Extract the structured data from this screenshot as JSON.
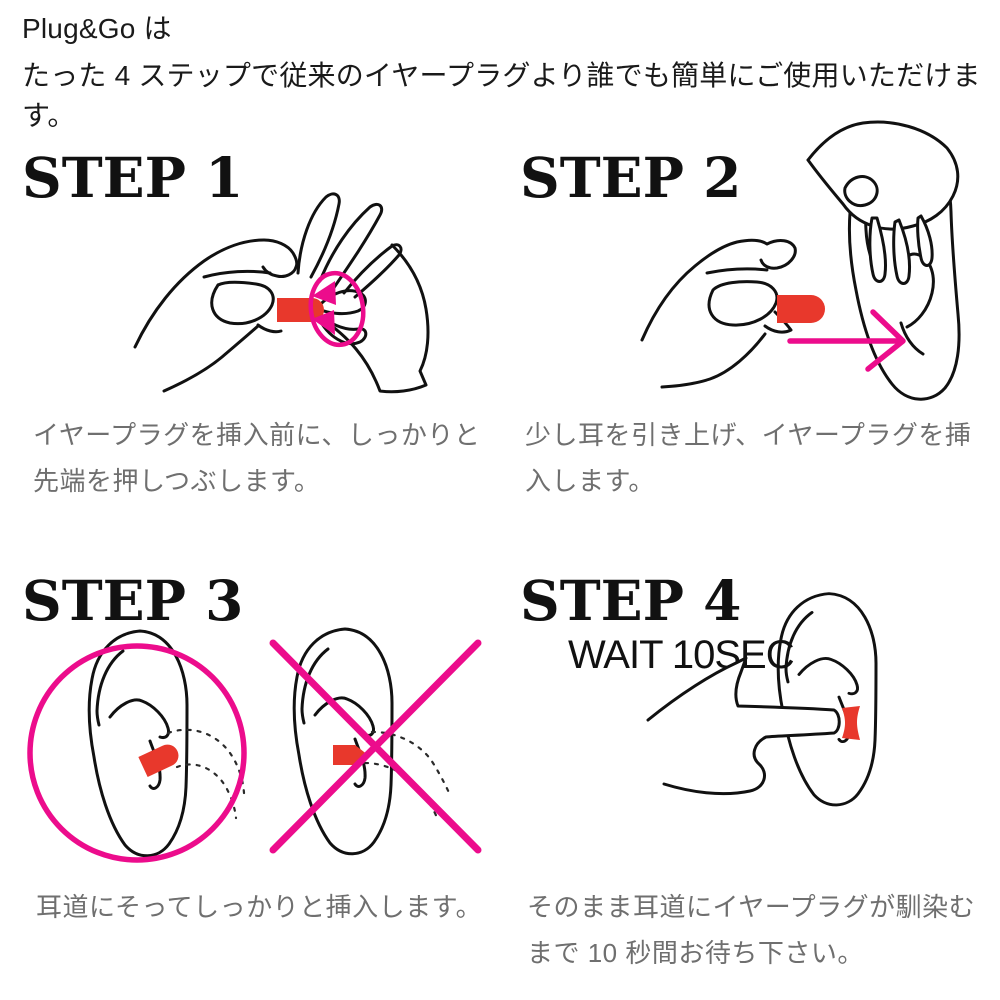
{
  "page": {
    "background": "#ffffff"
  },
  "colors": {
    "line_black": "#111111",
    "caption_gray": "#6f6f6f",
    "earplug_red": "#e8382c",
    "accent_magenta": "#ec0c8c"
  },
  "header": {
    "brand": "Plug&Go は",
    "subtitle": "たった 4 ステップで従来のイヤープラグより誰でも簡単にご使用いただけます。"
  },
  "steps": [
    {
      "title": "STEP 1",
      "caption_lines": [
        "イヤープラグを挿入前に、しっかりと",
        "先端を押しつぶします。"
      ],
      "illustration": "hands-squeezing-earplug-tip"
    },
    {
      "title": "STEP 2",
      "caption_lines": [
        "少し耳を引き上げ、イヤープラグを挿",
        "入します。"
      ],
      "illustration": "hand-inserting-earplug-into-lifted-ear"
    },
    {
      "title": "STEP 3",
      "caption_lines": [
        "耳道にそってしっかりと挿入します。"
      ],
      "illustration": "correct-angle-circled-vs-wrong-angle-crossed"
    },
    {
      "title": "STEP 4",
      "wait_label": "WAIT 10SEC",
      "caption_lines": [
        "そのまま耳道にイヤープラグが馴染む",
        "まで 10 秒間お待ち下さい。"
      ],
      "illustration": "finger-holding-earplug-in-ear"
    }
  ]
}
